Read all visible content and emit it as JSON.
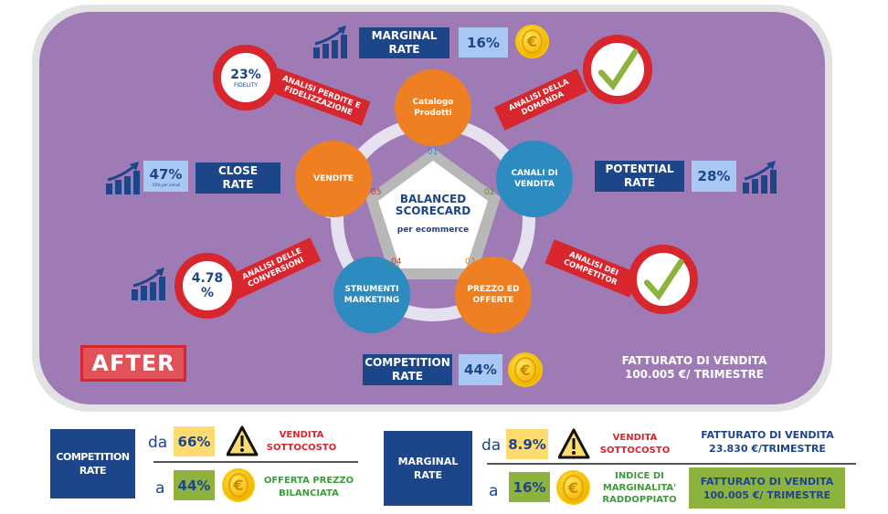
{
  "top": {
    "marginal": {
      "label": "MARGINAL RATE",
      "value": "16%"
    },
    "close": {
      "label": "CLOSE RATE",
      "value": "47%",
      "note": "-55% per annull"
    },
    "potential": {
      "label": "POTENTIAL RATE",
      "value": "28%"
    },
    "competition": {
      "label": "COMPETITION RATE",
      "value": "44%"
    },
    "fidelity": {
      "value": "23%",
      "sub": "FIDELITY",
      "ribbon": "ANALISI PERDITE E FIDELIZZAZIONE"
    },
    "conversion": {
      "value": "4.78 %",
      "ribbon": "ANALISI DELLE CONVERSIONI"
    },
    "demand": {
      "ribbon": "ANALISI DELLA DOMANDA"
    },
    "competitor": {
      "ribbon": "ANALISI DEI COMPETITOR"
    },
    "center": {
      "title": "BALANCED SCORECARD",
      "sub": "per ecommerce"
    },
    "steps": [
      {
        "num": "01",
        "label": "Catalogo Prodotti"
      },
      {
        "num": "02",
        "label": "CANALI DI VENDITA"
      },
      {
        "num": "03",
        "label": "PREZZO ED OFFERTE"
      },
      {
        "num": "04",
        "label": "STRUMENTI MARKETING"
      },
      {
        "num": "05",
        "label": "VENDITE"
      }
    ],
    "stamp": "AFTER",
    "revenue": [
      "FATTURATO DI VENDITA",
      "100.005 €/ TRIMESTRE"
    ]
  },
  "bottom": {
    "competition": {
      "label": "COMPETITION RATE",
      "from_word": "da",
      "from": "66%",
      "from_note": "VENDITA SOTTOCOSTO",
      "to_word": "a",
      "to": "44%",
      "to_note": "OFFERTA PREZZO BILANCIATA"
    },
    "marginal": {
      "label": "MARGINAL RATE",
      "from_word": "da",
      "from": "8.9%",
      "from_note": "VENDITA SOTTOCOSTO",
      "from_revenue": [
        "FATTURATO DI VENDITA",
        "23.830 €/TRIMESTRE"
      ],
      "to_word": "a",
      "to": "16%",
      "to_note": "INDICE DI MARGINALITA' RADDOPPIATO",
      "to_revenue": [
        "FATTURATO DI VENDITA",
        "100.005 €/ TRIMESTRE"
      ]
    }
  },
  "colors": {
    "purple": "#9e7bb5",
    "navy": "#1d4589",
    "orange": "#ee7f22",
    "blue": "#2e8bc0",
    "red": "#d7262e",
    "green": "#8db33e",
    "yellow": "#fedb6f"
  }
}
